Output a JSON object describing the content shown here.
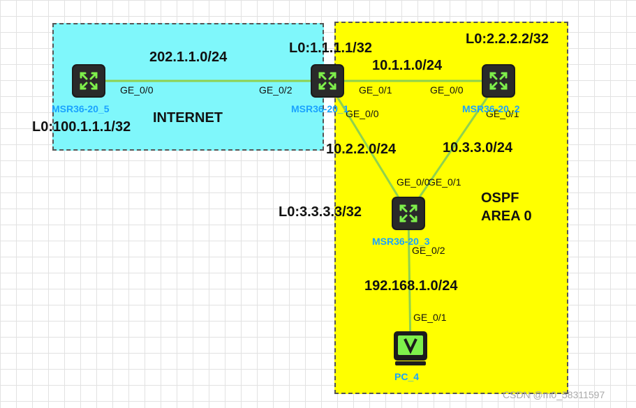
{
  "colors": {
    "internet_zone": "#7ff7fb",
    "ospf_zone": "#ffff00",
    "link": "#8fd14f",
    "router_icon_bg": "#1c1c1c",
    "router_icon_fg": "#7ef04b",
    "device_label": "#1aa3ff"
  },
  "zones": {
    "internet": {
      "label": "INTERNET"
    },
    "ospf": {
      "label_line1": "OSPF",
      "label_line2": "AREA 0"
    }
  },
  "devices": {
    "r5": {
      "name": "MSR36-20_5",
      "loopback": "L0:100.1.1.1/32",
      "icon": "router-icon"
    },
    "r1": {
      "name": "MSR36-20_1",
      "loopback": "L0:1.1.1.1/32",
      "icon": "router-icon"
    },
    "r2": {
      "name": "MSR36-20_2",
      "loopback": "L0:2.2.2.2/32",
      "icon": "router-icon"
    },
    "r3": {
      "name": "MSR36-20_3",
      "loopback": "L0:3.3.3.3/32",
      "icon": "router-icon"
    },
    "pc4": {
      "name": "PC_4",
      "icon": "pc-monitor-icon"
    }
  },
  "links": {
    "r5_r1": {
      "network": "202.1.1.0/24",
      "port_a": "GE_0/0",
      "port_b": "GE_0/2"
    },
    "r1_r2": {
      "network": "10.1.1.0/24",
      "port_a": "GE_0/1",
      "port_b": "GE_0/0"
    },
    "r1_r3": {
      "network": "10.2.2.0/24",
      "port_a": "GE_0/0",
      "port_b": "GE_0/0"
    },
    "r2_r3": {
      "network": "10.3.3.0/24",
      "port_a": "GE_0/1",
      "port_b": "GE_0/1"
    },
    "r3_pc4": {
      "network": "192.168.1.0/24",
      "port_a": "GE_0/2",
      "port_b": "GE_0/1"
    }
  },
  "watermark": "CSDN @m0_58311597"
}
